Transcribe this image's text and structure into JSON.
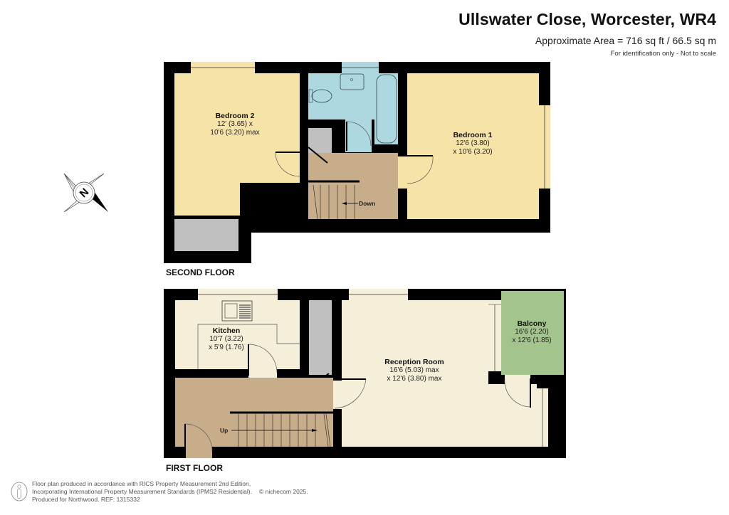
{
  "header": {
    "title": "Ullswater Close, Worcester, WR4",
    "area": "Approximate Area = 716 sq ft / 66.5 sq m",
    "note": "For identification only - Not to scale"
  },
  "compass": {
    "icon": "compass-north-icon",
    "letter": "N"
  },
  "floors": {
    "second": {
      "label": "SECOND FLOOR",
      "rooms": [
        {
          "name": "Bedroom 2",
          "dim1": "12' (3.65) x",
          "dim2": "10'6 (3.20) max"
        },
        {
          "name": "Bedroom 1",
          "dim1": "12'6 (3.80)",
          "dim2": "x 10'6 (3.20)"
        }
      ],
      "stairs_label": "Down"
    },
    "first": {
      "label": "FIRST FLOOR",
      "rooms": [
        {
          "name": "Kitchen",
          "dim1": "10'7 (3.22)",
          "dim2": "x 5'9 (1.76)"
        },
        {
          "name": "Reception Room",
          "dim1": "16'6 (5.03) max",
          "dim2": "x 12'6 (3.80) max"
        },
        {
          "name": "Balcony",
          "dim1": "16'6 (2.20)",
          "dim2": "x 12'6 (1.85)"
        }
      ],
      "stairs_label": "Up"
    }
  },
  "colors": {
    "wall": "#000000",
    "bedroom": "#f6e3a8",
    "bathroom": "#aed8e0",
    "hall": "#c8ad8a",
    "storage": "#c0c0c0",
    "living": "#f5efd9",
    "balcony": "#a3c48c"
  },
  "footer": {
    "line1": "Floor plan produced in accordance with RICS Property Measurement 2nd Edition,",
    "line2": "Incorporating International Property Measurement Standards (IPMS2 Residential).",
    "copyright": "© nichecom 2025.",
    "line3": "Produced for Northwood.   REF: 1315332"
  }
}
